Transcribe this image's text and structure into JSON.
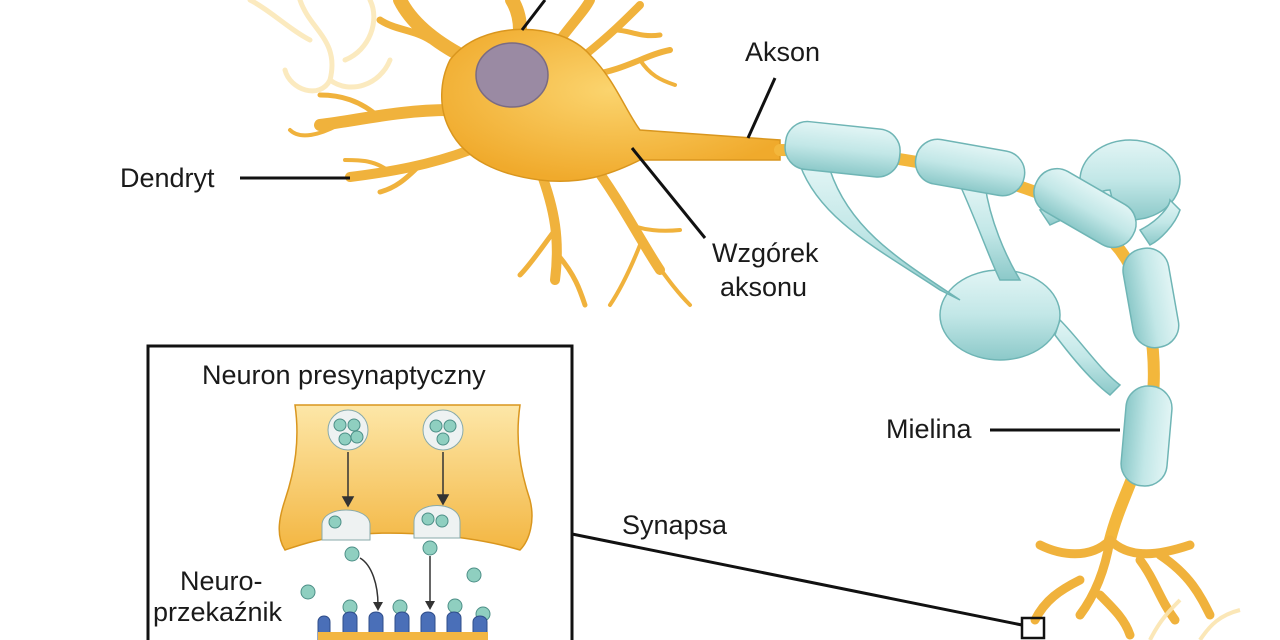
{
  "labels": {
    "akson": "Akson",
    "dendryt": "Dendryt",
    "wzgorek_line1": "Wzgórek",
    "wzgorek_line2": "aksonu",
    "mielina": "Mielina",
    "synapsa": "Synapsa",
    "presynaptic": "Neuron presynaptyczny",
    "neuro_line1": "Neuro-",
    "neuro_line2": "przekaźnik"
  },
  "colors": {
    "neuron_body": "#f4b942",
    "neuron_dark": "#d9961e",
    "nucleus": "#9a8aa3",
    "myelin": "#bfe6e6",
    "myelin_dark": "#6fb5b5",
    "vesicle": "#8fcfc0",
    "receptor": "#4a6fb8",
    "line": "#111111"
  }
}
